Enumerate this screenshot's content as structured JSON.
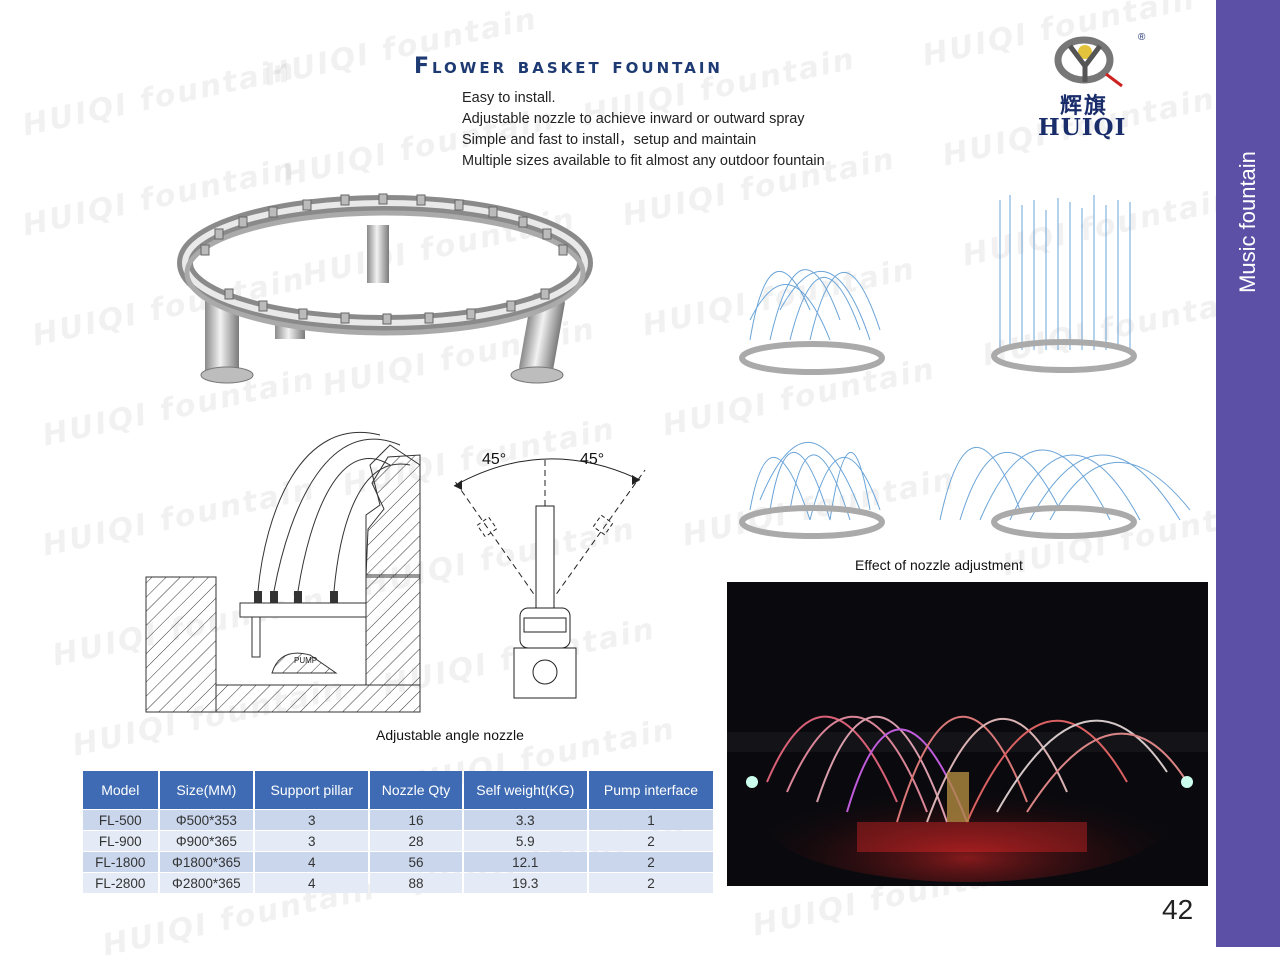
{
  "side_tab": {
    "label": "Music fountain"
  },
  "title": "Flower basket fountain",
  "features": [
    "Easy to install.",
    "Adjustable nozzle to achieve inward or outward spray",
    "Simple and fast to install，setup and maintain",
    "Multiple sizes available to fit almost any outdoor fountain"
  ],
  "logo": {
    "chinese": "辉旗",
    "english": "HUIQI",
    "reg_mark": "®"
  },
  "watermark": "HUIQI fountain",
  "nozzle_diagram": {
    "caption": "Adjustable angle nozzle",
    "angle_left": "45°",
    "angle_right": "45°",
    "pump_label": "PUMP"
  },
  "effect_caption": "Effect of nozzle adjustment",
  "specs_table": {
    "headers": [
      "Model",
      "Size(MM)",
      "Support pillar",
      "Nozzle Qty",
      "Self weight(KG)",
      "Pump interface"
    ],
    "rows": [
      [
        "FL-500",
        "Φ500*353",
        "3",
        "16",
        "3.3",
        "1"
      ],
      [
        "FL-900",
        "Φ900*365",
        "3",
        "28",
        "5.9",
        "2"
      ],
      [
        "FL-1800",
        "Φ1800*365",
        "4",
        "56",
        "12.1",
        "2"
      ],
      [
        "FL-2800",
        "Φ2800*365",
        "4",
        "88",
        "19.3",
        "2"
      ]
    ]
  },
  "colors": {
    "sidebar": "#5b50a6",
    "title": "#1e3a73",
    "table_header": "#3e6bb4",
    "table_row": "#c9d6ec"
  },
  "page_number": "42"
}
